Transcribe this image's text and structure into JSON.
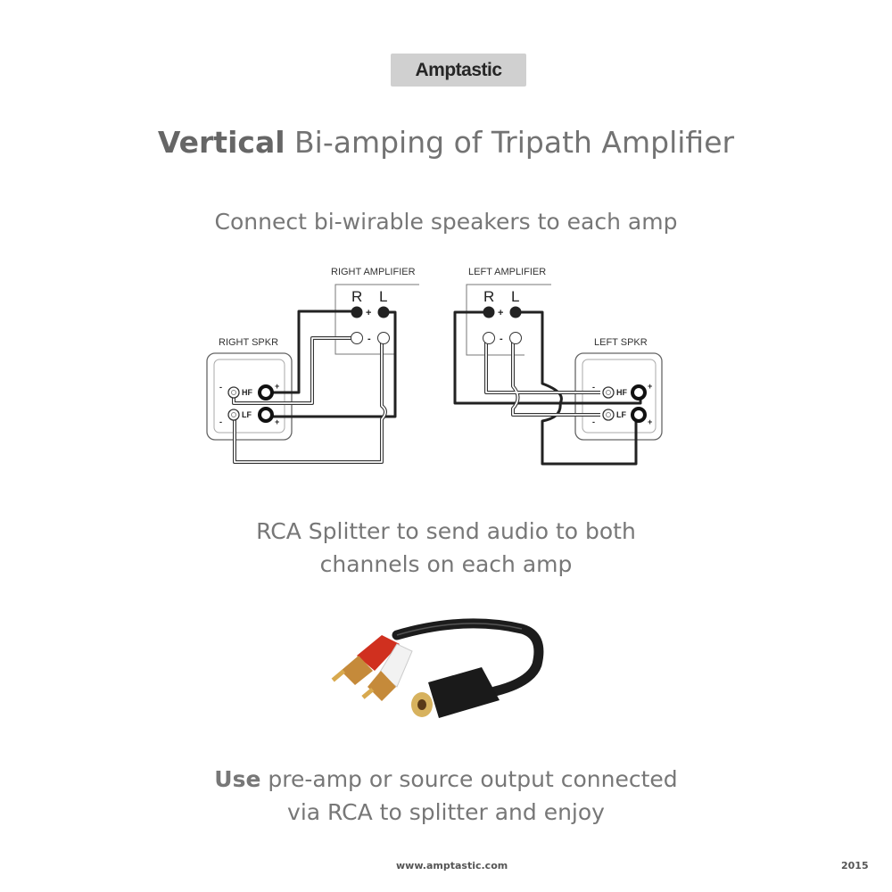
{
  "brand": {
    "logo_text": "Amptastic"
  },
  "header": {
    "title_bold": "Vertical",
    "title_rest": " Bi-amping of Tripath Amplifier"
  },
  "section1": {
    "caption": "Connect bi-wirable speakers to each amp"
  },
  "diagram": {
    "right_amp_label": "RIGHT AMPLIFIER",
    "left_amp_label": "LEFT AMPLIFIER",
    "right_spkr_label": "RIGHT SPKR",
    "left_spkr_label": "LEFT SPKR",
    "channel_r": "R",
    "channel_l": "L",
    "plus": "+",
    "minus": "-",
    "hf": "HF",
    "lf": "LF"
  },
  "section2": {
    "line1": "RCA Splitter to send audio to both",
    "line2": "channels on each amp"
  },
  "section3": {
    "line1_bold": "Use",
    "line1_rest": " pre-amp or source output connected",
    "line2": "via RCA to splitter and enjoy"
  },
  "footer": {
    "website": "www.amptastic.com",
    "year": "2015"
  }
}
